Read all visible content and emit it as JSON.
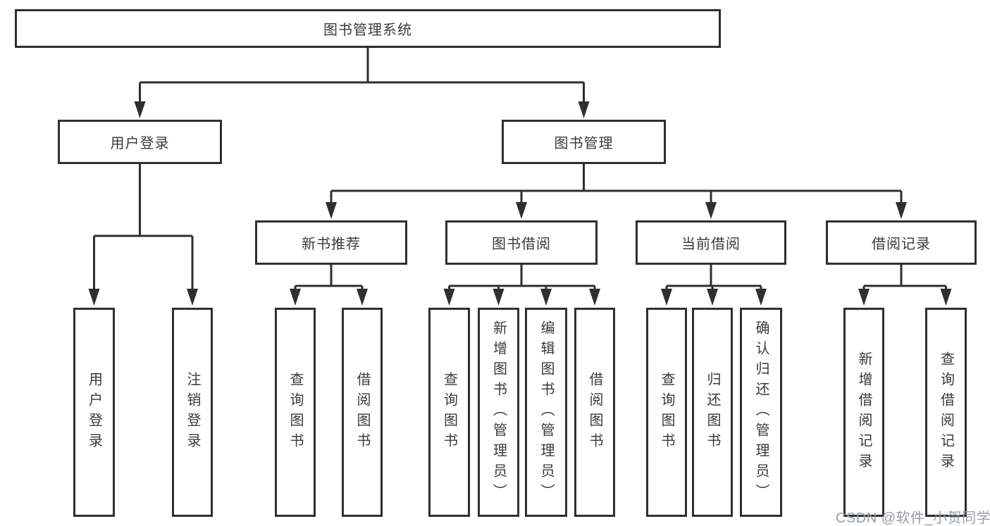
{
  "colors": {
    "line": "#2f2f2f",
    "text": "#3a3a3a",
    "box-bg": "#ffffff",
    "bg": "#ffffff",
    "watermark": "#979da4"
  },
  "tree": {
    "root": {
      "label": "图书管理系统"
    },
    "branches": [
      {
        "label": "用户登录",
        "children": [
          {
            "label": "用户登录"
          },
          {
            "label": "注销登录"
          }
        ]
      },
      {
        "label": "图书管理",
        "children": [
          {
            "label": "新书推荐",
            "children": [
              {
                "label": "查询图书"
              },
              {
                "label": "借阅图书"
              }
            ]
          },
          {
            "label": "图书借阅",
            "children": [
              {
                "label": "查询图书"
              },
              {
                "label": "新增图书（管理员）"
              },
              {
                "label": "编辑图书（管理员）"
              },
              {
                "label": "借阅图书"
              }
            ]
          },
          {
            "label": "当前借阅",
            "children": [
              {
                "label": "查询图书"
              },
              {
                "label": "归还图书"
              },
              {
                "label": "确认归还（管理员）"
              }
            ]
          },
          {
            "label": "借阅记录",
            "children": [
              {
                "label": "新增借阅记录"
              },
              {
                "label": "查询借阅记录"
              }
            ]
          }
        ]
      }
    ]
  },
  "watermark": {
    "label": "CSDN @软件_小贺同学"
  }
}
